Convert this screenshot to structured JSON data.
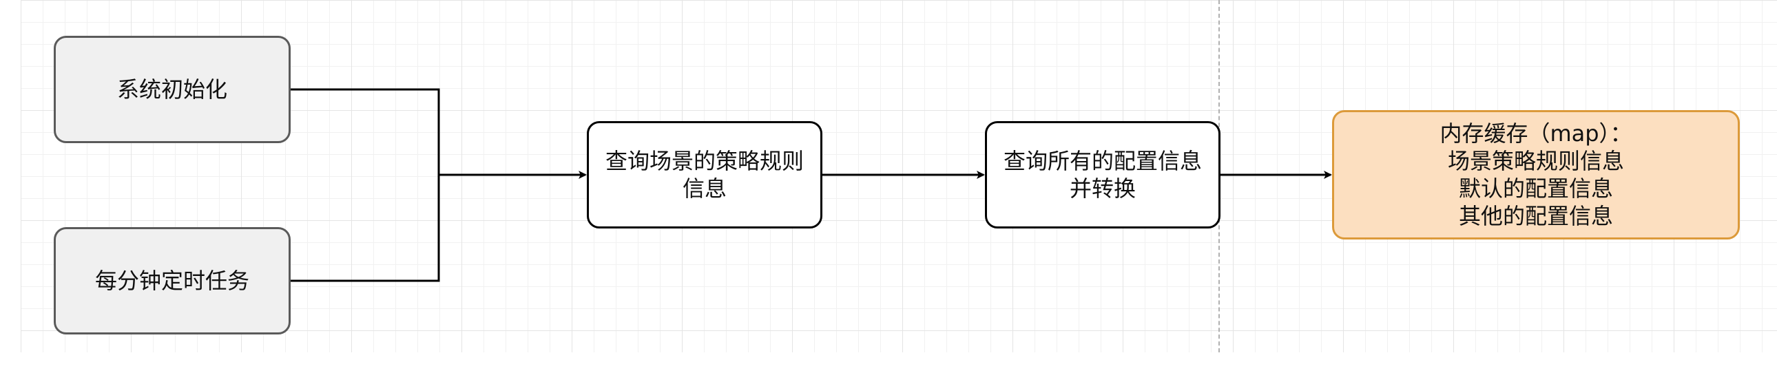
{
  "nodes": {
    "system_init": "系统初始化",
    "cron_task": "每分钟定时任务",
    "query_scene_rules": "查询场景的策略规则\n信息",
    "query_all_config": "查询所有的配置信息\n并转换",
    "memory_cache": "内存缓存（map）：\n场景策略规则信息\n默认的配置信息\n其他的配置信息"
  },
  "edges": [
    {
      "from": "system_init",
      "to": "query_scene_rules"
    },
    {
      "from": "cron_task",
      "to": "query_scene_rules"
    },
    {
      "from": "query_scene_rules",
      "to": "query_all_config"
    },
    {
      "from": "query_all_config",
      "to": "memory_cache"
    }
  ],
  "colors": {
    "grey_fill": "#f0f0f0",
    "orange_fill": "#fcdfc0",
    "orange_border": "#dc9a3a",
    "line": "#000000"
  }
}
